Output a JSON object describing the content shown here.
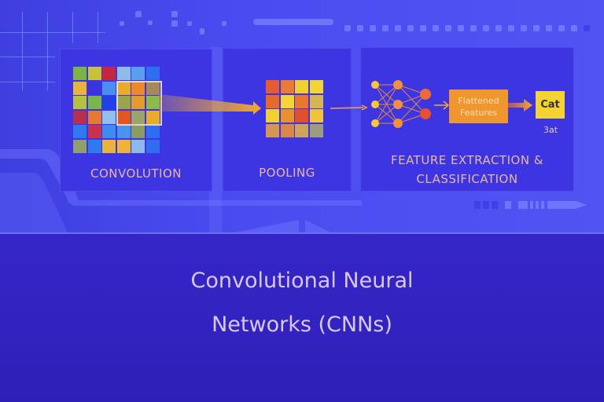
{
  "diagram": {
    "stages": [
      {
        "id": "convolution",
        "label": "CONVOLUTION"
      },
      {
        "id": "pooling",
        "label": "POOLING"
      },
      {
        "id": "classification",
        "label_line1": "FEATURE EXTRACTION &",
        "label_line2": "CLASSIFICATION"
      }
    ],
    "flattened_box": {
      "line1": "Flattened",
      "line2": "Features"
    },
    "output_box": {
      "label": "Cat",
      "sublabel": "3at"
    },
    "conv_grid": [
      [
        "#7cb342",
        "#c7c23a",
        "#c8263f",
        "#8fbbe8",
        "#5b9ef0",
        "#2f6df2"
      ],
      [
        "#e9b43a",
        "#3a34e0",
        "#4a8ff0",
        "#e8ab2c",
        "#ec8a2a",
        "#a58a57"
      ],
      [
        "#b6c23f",
        "#78b84a",
        "#2340e6",
        "#9aa64d",
        "#e39a2e",
        "#8db84b"
      ],
      [
        "#b7304f",
        "#e57a35",
        "#8fc0ef",
        "#e35624",
        "#9da467",
        "#e8ab2c"
      ],
      [
        "#2f7bee",
        "#c9324a",
        "#3f8cf0",
        "#4a92ef",
        "#8b9c62",
        "#2f6df2"
      ],
      [
        "#8fa06d",
        "#2f7bee",
        "#e9b43a",
        "#efb33a",
        "#8db8ea",
        "#2f6df2"
      ]
    ],
    "pool_grid": [
      [
        "#e45d2e",
        "#e97b33",
        "#f2d030",
        "#f1d633"
      ],
      [
        "#e56a2e",
        "#f3d634",
        "#e9772f",
        "#d6b45a"
      ],
      [
        "#f2d030",
        "#e9902f",
        "#e24f2a",
        "#efc33a"
      ],
      [
        "#d69651",
        "#d98848",
        "#cfa45a",
        "#9d9c7d"
      ]
    ],
    "nn_layers": [
      {
        "nodes": 3,
        "color": "#f5c83a"
      },
      {
        "nodes": 3,
        "color": "#f09040"
      },
      {
        "nodes": 2,
        "color": "#ee6a3a"
      }
    ]
  },
  "title": {
    "line1": "Convolutional Neural",
    "line2": "Networks (CNNs)"
  },
  "colors": {
    "accent_arrow": "#f3a935",
    "panel": "#3d34e2",
    "label_text": "#e8b89a"
  }
}
